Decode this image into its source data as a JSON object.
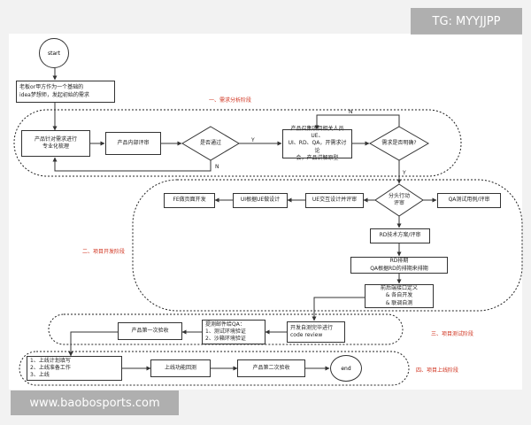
{
  "watermark_top": "TG: MYYJJPP",
  "watermark_bottom": "www.baobosports.com",
  "nodes": {
    "start": "start",
    "end": "end",
    "boss_idea": "老板or甲方作为一个基础的\nidea梦想师，发起初始的需求",
    "product_spec": "产品针对需求进行\n专业化梳理",
    "product_review": "产品内部评审",
    "passed": "是否通过",
    "product_meeting": "产品召集项目相关人员UE、\nUI、RD、QA，开需求讨论\n会，产品讲解原型",
    "req_clear": "需求是否明确?",
    "split_review": "分头行动\n评审",
    "qa_case": "QA测试用例/评审",
    "ue_design": "UE交互设计并评审",
    "ui_design": "UI根据UE做设计",
    "fe_page": "FE做页面开发",
    "rd_tech": "RD技术方案/评审",
    "rd_schedule": "RD排期\nQA根据RD的排期来排期",
    "fe_be": "前后端接口定义\n& 各自开发\n& 联调自测",
    "dev_selftest": "开发自测完毕进行\ncode review",
    "submit_qa": "提测邮件给QA：\n1、测试环境验证\n2、沙箱环境验证",
    "product_accept1": "产品第一次验收",
    "launch_prep": "1、上线计划填写\n2、上线准备工作\n3、上线",
    "online_regression": "上线功能回测",
    "product_accept2": "产品第二次验收"
  },
  "edge_labels": {
    "yes": "Y",
    "no": "N"
  },
  "phases": {
    "p1": "一、需求分析阶段",
    "p2": "二、项目开发阶段",
    "p3": "三、项目测试阶段",
    "p4": "四、项目上线阶段"
  }
}
